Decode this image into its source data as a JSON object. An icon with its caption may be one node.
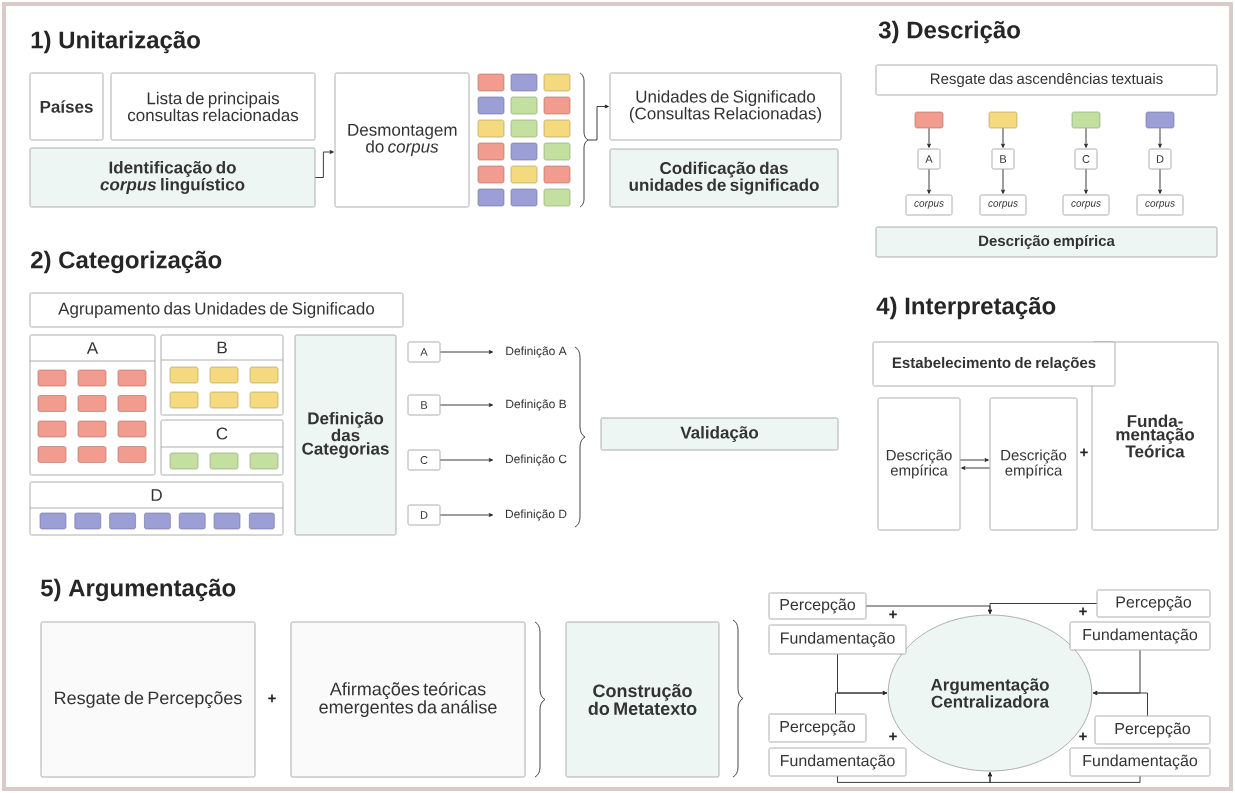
{
  "diagram": {
    "nodes": [
      {
        "text": [
          "Países"
        ]
      },
      {
        "text": [
          "Lista de principais consultas relacionadas"
        ]
      },
      {
        "text": [
          "Identificação do *corpus* linguístico"
        ]
      },
      {
        "text": [
          "Desmontagem do *corpus*"
        ]
      },
      {
        "text": [
          "Unidades de Significado (Consultas Relacionadas)"
        ]
      },
      {
        "text": [
          "Codificação das unidades de significado"
        ]
      },
      {
        "text": [
          "Resgate das ascendências textuais"
        ]
      },
      {
        "text": [],
        "shape": "box"
      },
      {
        "text": [],
        "shape": "box"
      },
      {
        "text": [],
        "shape": "box"
      },
      {
        "text": [],
        "shape": "box"
      },
      {
        "text": [
          "A"
        ]
      },
      {
        "text": [
          "B"
        ]
      },
      {
        "text": [
          "C"
        ]
      },
      {
        "text": [
          "D"
        ]
      },
      {
        "text": [
          "corpus"
        ]
      },
      {
        "text": [
          "corpus"
        ]
      },
      {
        "text": [
          "corpus"
        ]
      },
      {
        "text": [
          "corpus"
        ]
      },
      {
        "text": [
          "Descrição empírica"
        ]
      },
      {
        "text": [
          "Agrupamento das Unidades de Significado"
        ]
      },
      {
        "text": [
          "A"
        ]
      },
      {
        "text": [
          "B"
        ]
      },
      {
        "text": [
          "C"
        ]
      },
      {
        "text": [
          "D"
        ]
      },
      {
        "text": [
          "Definição das Categorias"
        ]
      },
      {
        "text": [
          "A"
        ]
      },
      {
        "text": [
          "B"
        ]
      },
      {
        "text": [
          "C"
        ]
      },
      {
        "text": [
          "D"
        ]
      },
      {
        "text": [
          "Definição A"
        ]
      },
      {
        "text": [
          "Definição B"
        ]
      },
      {
        "text": [
          "Definição C"
        ]
      },
      {
        "text": [
          "Definição D"
        ]
      },
      {
        "text": [
          "Validação"
        ]
      },
      {
        "text": [
          "Estabelecimento de relações"
        ]
      },
      {
        "text": [
          "Descrição empírica"
        ]
      },
      {
        "text": [
          "Descrição empírica"
        ]
      },
      {
        "text": [
          "Funda-mentação Teórica"
        ]
      },
      {
        "text": [
          "Resgate de Percepções"
        ]
      },
      {
        "text": [
          "Afirmações teóricas emergentes da análise"
        ]
      },
      {
        "text": [
          "Construção do Metatexto"
        ]
      },
      {
        "text": [
          "Argumentação Centralizadora"
        ]
      },
      {
        "text": [
          "Percepção"
        ]
      },
      {
        "text": [
          "Fundamentação"
        ]
      },
      {
        "text": [
          "Percepção"
        ]
      },
      {
        "text": [
          "Fundamentação"
        ]
      },
      {
        "text": [
          "Percepção"
        ]
      },
      {
        "text": [
          "Fundamentação"
        ]
      },
      {
        "text": [
          "Percepção"
        ]
      },
      {
        "text": [
          "Fundamentação"
        ]
      },
      {
        "text": [],
        "shape": "box"
      },
      {
        "text": [],
        "shape": "box"
      },
      {
        "text": [],
        "shape": "box"
      },
      {
        "text": [],
        "shape": "box"
      },
      {
        "text": [],
        "shape": "box"
      },
      {
        "text": [],
        "shape": "box"
      },
      {
        "text": [],
        "shape": "box"
      },
      {
        "text": [],
        "shape": "box"
      },
      {
        "text": [],
        "shape": "box"
      },
      {
        "text": [],
        "shape": "box"
      },
      {
        "text": [],
        "shape": "box"
      },
      {
        "text": [],
        "shape": "box"
      },
      {
        "text": [],
        "shape": "box"
      },
      {
        "text": [],
        "shape": "box"
      },
      {
        "text": [],
        "shape": "box"
      },
      {
        "text": [],
        "shape": "box"
      },
      {
        "text": [],
        "shape": "box"
      },
      {
        "text": [],
        "shape": "box"
      },
      {
        "text": [],
        "shape": "box",
        "in": 21
      },
      {
        "text": [],
        "shape": "box",
        "in": 21
      },
      {
        "text": [],
        "shape": "box",
        "in": 21
      },
      {
        "text": [],
        "shape": "box",
        "in": 21
      },
      {
        "text": [],
        "shape": "box",
        "in": 21
      },
      {
        "text": [],
        "shape": "box",
        "in": 21
      },
      {
        "text": [],
        "shape": "box",
        "in": 21
      },
      {
        "text": [],
        "shape": "box",
        "in": 21
      },
      {
        "text": [],
        "shape": "box",
        "in": 21
      },
      {
        "text": [],
        "shape": "box",
        "in": 21
      },
      {
        "text": [],
        "shape": "box",
        "in": 21
      },
      {
        "text": [],
        "shape": "box",
        "in": 21
      },
      {
        "text": [],
        "shape": "box",
        "in": 22
      },
      {
        "text": [],
        "shape": "box",
        "in": 22
      },
      {
        "text": [],
        "shape": "box",
        "in": 22
      },
      {
        "text": [],
        "shape": "box",
        "in": 22
      },
      {
        "text": [],
        "shape": "box",
        "in": 22
      },
      {
        "text": [],
        "shape": "box",
        "in": 22
      },
      {
        "text": [],
        "shape": "box",
        "in": 23
      },
      {
        "text": [],
        "shape": "box",
        "in": 23
      },
      {
        "text": [],
        "shape": "box",
        "in": 23
      },
      {
        "text": [],
        "shape": "box",
        "in": 24
      },
      {
        "text": [],
        "shape": "box",
        "in": 24
      },
      {
        "text": [],
        "shape": "box",
        "in": 24
      },
      {
        "text": [],
        "shape": "box",
        "in": 24
      },
      {
        "text": [],
        "shape": "box",
        "in": 24
      },
      {
        "text": [],
        "shape": "box",
        "in": 24
      },
      {
        "text": [],
        "shape": "box",
        "in": 24
      }
    ],
    "edges": [
      {
        "from": 2,
        "to": 3,
        "arrow": "to"
      },
      {
        "from": null,
        "to": 4,
        "arrow": "to"
      },
      {
        "from": 7,
        "to": 11,
        "arrow": "to"
      },
      {
        "from": 11,
        "to": 15,
        "arrow": "to"
      },
      {
        "from": 8,
        "to": 12,
        "arrow": "to"
      },
      {
        "from": 12,
        "to": 16,
        "arrow": "to"
      },
      {
        "from": 9,
        "to": 13,
        "arrow": "to"
      },
      {
        "from": 13,
        "to": 17,
        "arrow": "to"
      },
      {
        "from": 10,
        "to": 14,
        "arrow": "to"
      },
      {
        "from": 14,
        "to": 18,
        "arrow": "to"
      },
      {
        "from": 26,
        "to": 30,
        "arrow": "to"
      },
      {
        "from": 27,
        "to": 31,
        "arrow": "to"
      },
      {
        "from": 28,
        "to": 32,
        "arrow": "to"
      },
      {
        "from": 29,
        "to": 33,
        "arrow": "to"
      },
      {
        "from": 36,
        "to": 37,
        "arrow": "to"
      },
      {
        "from": 37,
        "to": 36,
        "arrow": "to"
      },
      {
        "from": 43,
        "to": 42,
        "arrow": "to"
      },
      {
        "from": 45,
        "to": 42,
        "arrow": "to"
      },
      {
        "from": 44,
        "to": 42,
        "arrow": "to"
      },
      {
        "from": 47,
        "to": 42,
        "arrow": "to"
      },
      {
        "from": 46,
        "to": 42,
        "arrow": "to"
      },
      {
        "from": 49,
        "to": 42,
        "arrow": "to"
      },
      {
        "from": 48,
        "to": 42,
        "arrow": "to"
      },
      {
        "from": 50,
        "to": 42,
        "arrow": "to"
      }
    ],
    "labels": [
      "1) Unitarização",
      "3) Descrição",
      "2) Categorização",
      "4) Interpretação",
      "+",
      "5) Argumentação",
      "+",
      "+",
      "+",
      "+",
      "+"
    ]
  }
}
